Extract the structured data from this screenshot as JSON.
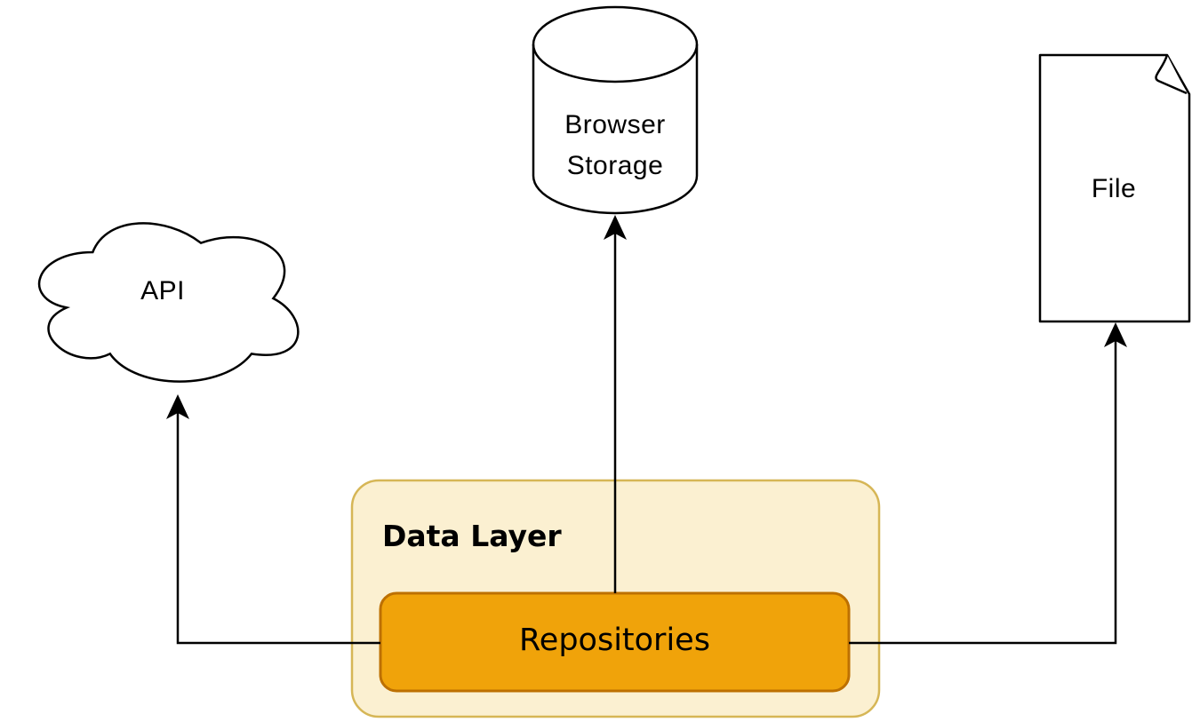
{
  "diagram": {
    "type": "architecture-diagram",
    "background": "#ffffff",
    "nodes": {
      "api": {
        "label": "API",
        "shape": "cloud"
      },
      "browser_storage": {
        "label": "Browser\nStorage",
        "shape": "cylinder"
      },
      "file": {
        "label": "File",
        "shape": "document-folded-corner"
      },
      "data_layer": {
        "label": "Data Layer",
        "shape": "rounded-container"
      },
      "repositories": {
        "label": "Repositories",
        "shape": "rounded-rectangle"
      }
    },
    "edges": [
      {
        "from": "repositories",
        "to": "api",
        "arrow_at": "target",
        "style": "orthogonal"
      },
      {
        "from": "repositories",
        "to": "browser_storage",
        "arrow_at": "target",
        "style": "straight"
      },
      {
        "from": "repositories",
        "to": "file",
        "arrow_at": "target",
        "style": "orthogonal"
      }
    ],
    "colors": {
      "container_fill": "#FBF0D1",
      "container_stroke": "#D6B656",
      "repositories_fill": "#F0A30A",
      "repositories_stroke": "#BD7000",
      "shape_fill": "#FFFFFF",
      "line": "#000000",
      "text": "#000000"
    }
  }
}
